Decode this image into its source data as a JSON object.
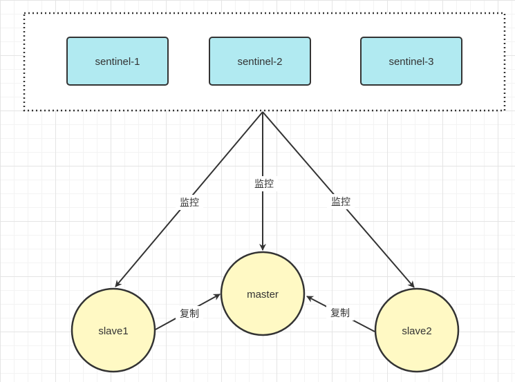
{
  "colors": {
    "sentinel_fill": "#b1eaf1",
    "node_fill": "#fff9c4",
    "stroke": "#333333"
  },
  "sentinels": [
    {
      "label": "sentinel-1"
    },
    {
      "label": "sentinel-2"
    },
    {
      "label": "sentinel-3"
    }
  ],
  "nodes": {
    "master": {
      "label": "master"
    },
    "slave1": {
      "label": "slave1"
    },
    "slave2": {
      "label": "slave2"
    }
  },
  "edges": {
    "monitor_label": "监控",
    "replicate_label": "复制"
  }
}
